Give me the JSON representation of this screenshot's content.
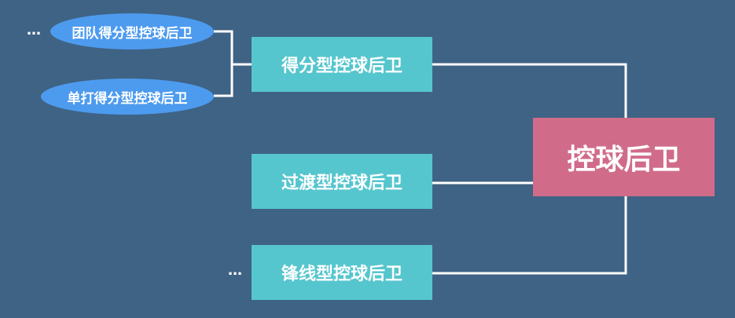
{
  "diagram": {
    "root": {
      "label": "控球后卫"
    },
    "children": [
      {
        "label": "得分型控球后卫",
        "subchildren": [
          {
            "label": "团队得分型控球后卫"
          },
          {
            "label": "单打得分型控球后卫"
          }
        ]
      },
      {
        "label": "过渡型控球后卫"
      },
      {
        "label": "锋线型控球后卫"
      }
    ],
    "ellipses": [
      "…",
      "…"
    ]
  },
  "colors": {
    "background": "#3f6384",
    "root_fill": "#d06c8a",
    "child_fill": "#56c6ce",
    "oval_fill": "#4d9bef",
    "line": "#ffffff"
  }
}
